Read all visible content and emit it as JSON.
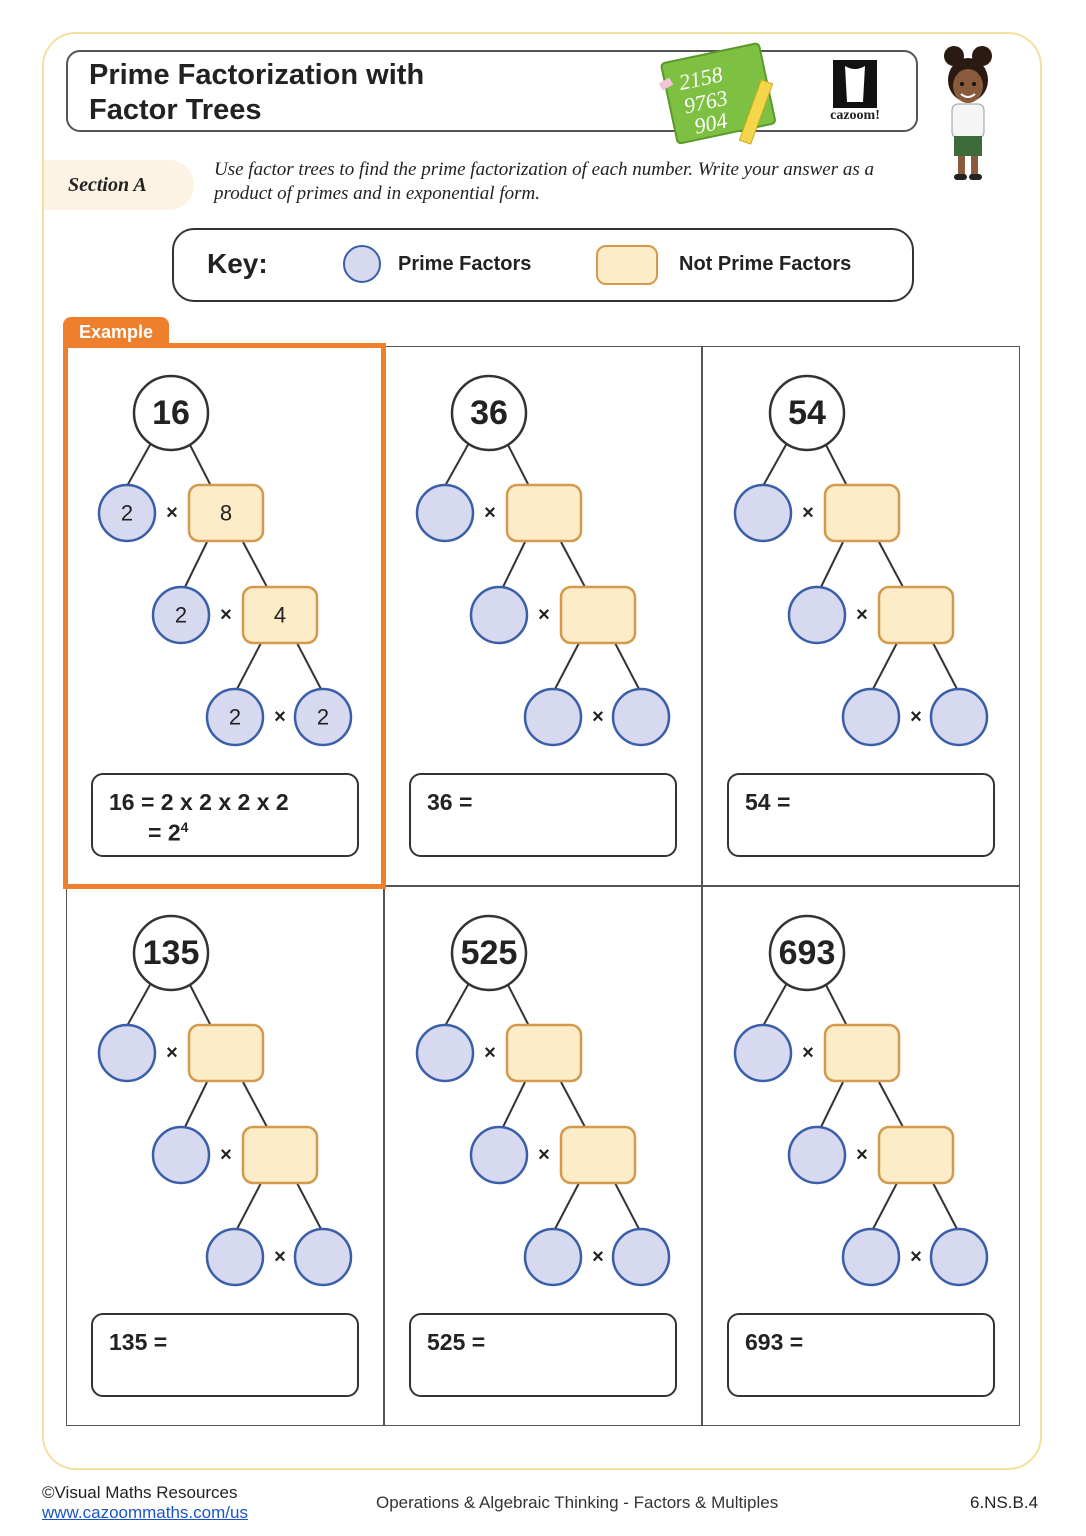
{
  "header": {
    "title_line1": "Prime Factorization with",
    "title_line2": "Factor Trees",
    "brand": "cazoom!",
    "chalkboard_digits": "2158 9763 904"
  },
  "section": {
    "label": "Section A",
    "instructions": "Use factor trees to find the prime factorization of each number.  Write your answer as a product of primes and in exponential form."
  },
  "key": {
    "label": "Key:",
    "prime_label": "Prime Factors",
    "not_prime_label": "Not Prime Factors",
    "prime_color": "#d6d9ef",
    "prime_border": "#3a5ea8",
    "not_prime_color": "#fdecc8",
    "not_prime_border": "#d39a4d",
    "accent": "#ee7f2d"
  },
  "example_tab": "Example",
  "problems": [
    {
      "number": "16",
      "is_example": true,
      "f1": "2",
      "c1": "8",
      "f2": "2",
      "c2": "4",
      "f3": "2",
      "f4": "2",
      "answer_line1": "16  =  2 x 2 x 2 x 2",
      "answer_line2": "=  2",
      "answer_exponent": "4"
    },
    {
      "number": "36",
      "is_example": false,
      "f1": "",
      "c1": "",
      "f2": "",
      "c2": "",
      "f3": "",
      "f4": "",
      "answer_line1": "36  =",
      "answer_line2": "",
      "answer_exponent": ""
    },
    {
      "number": "54",
      "is_example": false,
      "f1": "",
      "c1": "",
      "f2": "",
      "c2": "",
      "f3": "",
      "f4": "",
      "answer_line1": "54  =",
      "answer_line2": "",
      "answer_exponent": ""
    },
    {
      "number": "135",
      "is_example": false,
      "f1": "",
      "c1": "",
      "f2": "",
      "c2": "",
      "f3": "",
      "f4": "",
      "answer_line1": "135  =",
      "answer_line2": "",
      "answer_exponent": ""
    },
    {
      "number": "525",
      "is_example": false,
      "f1": "",
      "c1": "",
      "f2": "",
      "c2": "",
      "f3": "",
      "f4": "",
      "answer_line1": "525  =",
      "answer_line2": "",
      "answer_exponent": ""
    },
    {
      "number": "693",
      "is_example": false,
      "f1": "",
      "c1": "",
      "f2": "",
      "c2": "",
      "f3": "",
      "f4": "",
      "answer_line1": "693  =",
      "answer_line2": "",
      "answer_exponent": ""
    }
  ],
  "times_symbol": "×",
  "footer": {
    "copyright": "©Visual Maths Resources",
    "url": "www.cazoommaths.com/us",
    "topic": "Operations & Algebraic Thinking - Factors & Multiples",
    "code": "6.NS.B.4"
  }
}
